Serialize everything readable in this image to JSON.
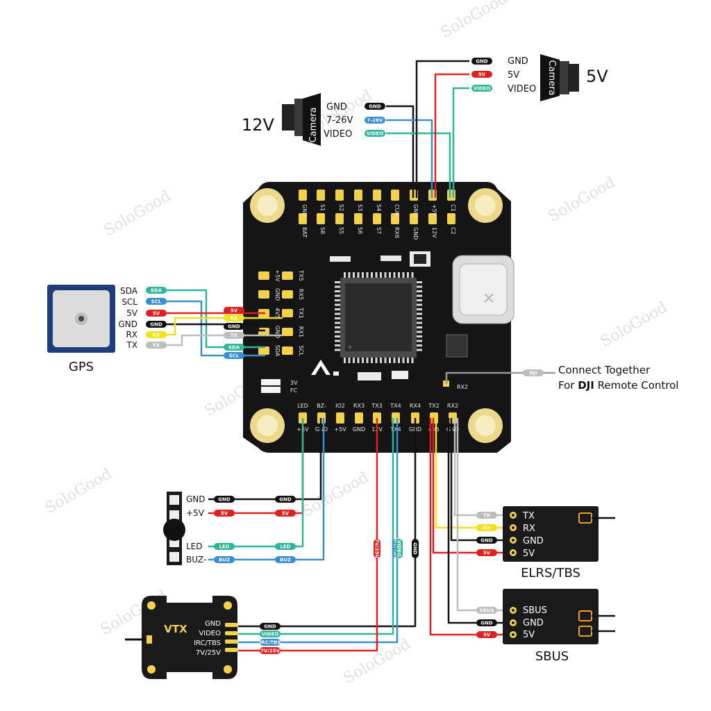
{
  "camera_12v": {
    "voltage": "12V",
    "name": "Camera",
    "pins": [
      "GND",
      "7-26V",
      "VIDEO"
    ],
    "tags": [
      "GND",
      "7-26V",
      "VIDEO"
    ]
  },
  "camera_5v": {
    "voltage": "5V",
    "name": "Camera",
    "pins": [
      "GND",
      "5V",
      "VIDEO"
    ],
    "tags": [
      "GND",
      "5V",
      "VIDEO"
    ]
  },
  "gps": {
    "name": "GPS",
    "pins": [
      "SDA",
      "SCL",
      "5V",
      "GND",
      "RX",
      "TX"
    ],
    "tags": [
      "SDA",
      "SCL",
      "5V",
      "GND",
      "RX",
      "TX"
    ]
  },
  "fc": {
    "top_pads_row1": [
      "GND",
      "S1",
      "S2",
      "S3",
      "S4",
      "CUR",
      "GND",
      "+5V",
      "C1"
    ],
    "top_pads_row2": [
      "BAT",
      "S8",
      "S5",
      "S6",
      "S7",
      "RX6",
      "GND",
      "12V",
      "C2"
    ],
    "left_pads_row1": [
      "+5V",
      "GND",
      "4V5",
      "GND",
      "SDA"
    ],
    "left_pads_row2": [
      "TX5",
      "RX5",
      "TX1",
      "RX1",
      "SCL"
    ],
    "left_tags": [
      "5V",
      "RX",
      "GND",
      "TX",
      "SDA",
      "SCL"
    ],
    "bottom_pads_row1": [
      "LED",
      "BZ-",
      "IO2",
      "RX3",
      "TX3",
      "TX4",
      "RX4",
      "TX2",
      "RX2"
    ],
    "bottom_pads_row2": [
      "+5V",
      "GND",
      "+5V",
      "GND",
      "12V",
      "TX4",
      "GND",
      "4V5",
      "GND"
    ],
    "led_labels": [
      "3V",
      "FC"
    ],
    "rx2_label": "RX2"
  },
  "dji": {
    "tag": "DJI",
    "line1": "Connect Together",
    "line2_prefix": "For ",
    "line2_bold": "DJI",
    "line2_suffix": " Remote Control"
  },
  "buzzer": {
    "pins": [
      "GND",
      "+5V",
      "LED",
      "BUZ-"
    ],
    "tags_left": [
      "GND",
      "5V",
      "LED",
      "BUZ"
    ],
    "tags_right": [
      "GND",
      "5V",
      "LED",
      "BUZ"
    ]
  },
  "vtx": {
    "name": "VTX",
    "pins": [
      "GND",
      "VIDEO",
      "IRC/TBS",
      "7V/25V"
    ],
    "tags": [
      "GND",
      "VIDEO",
      "IRC/TBS",
      "7V/25V"
    ],
    "vertical_tags": [
      "7V/25V",
      "IRC/TBS",
      "VIDEO",
      "GND"
    ]
  },
  "elrs": {
    "name": "ELRS/TBS",
    "pins": [
      "TX",
      "RX",
      "GND",
      "5V"
    ],
    "tags": [
      "TX",
      "RX",
      "GND",
      "5V"
    ]
  },
  "sbus": {
    "name": "SBUS",
    "pins": [
      "SBUS",
      "GND",
      "5V"
    ],
    "tags": [
      "SBUS",
      "GND",
      "5V"
    ]
  },
  "watermark": "SoloGood",
  "colors": {
    "gnd": "#111111",
    "power": "#e02020",
    "video": "#2fb59a",
    "signal_blue": "#3a8fd0",
    "signal_yellow": "#f2e21a",
    "signal_gray": "#bdbdbd",
    "pad": "#f2d24a",
    "board": "#151515"
  }
}
